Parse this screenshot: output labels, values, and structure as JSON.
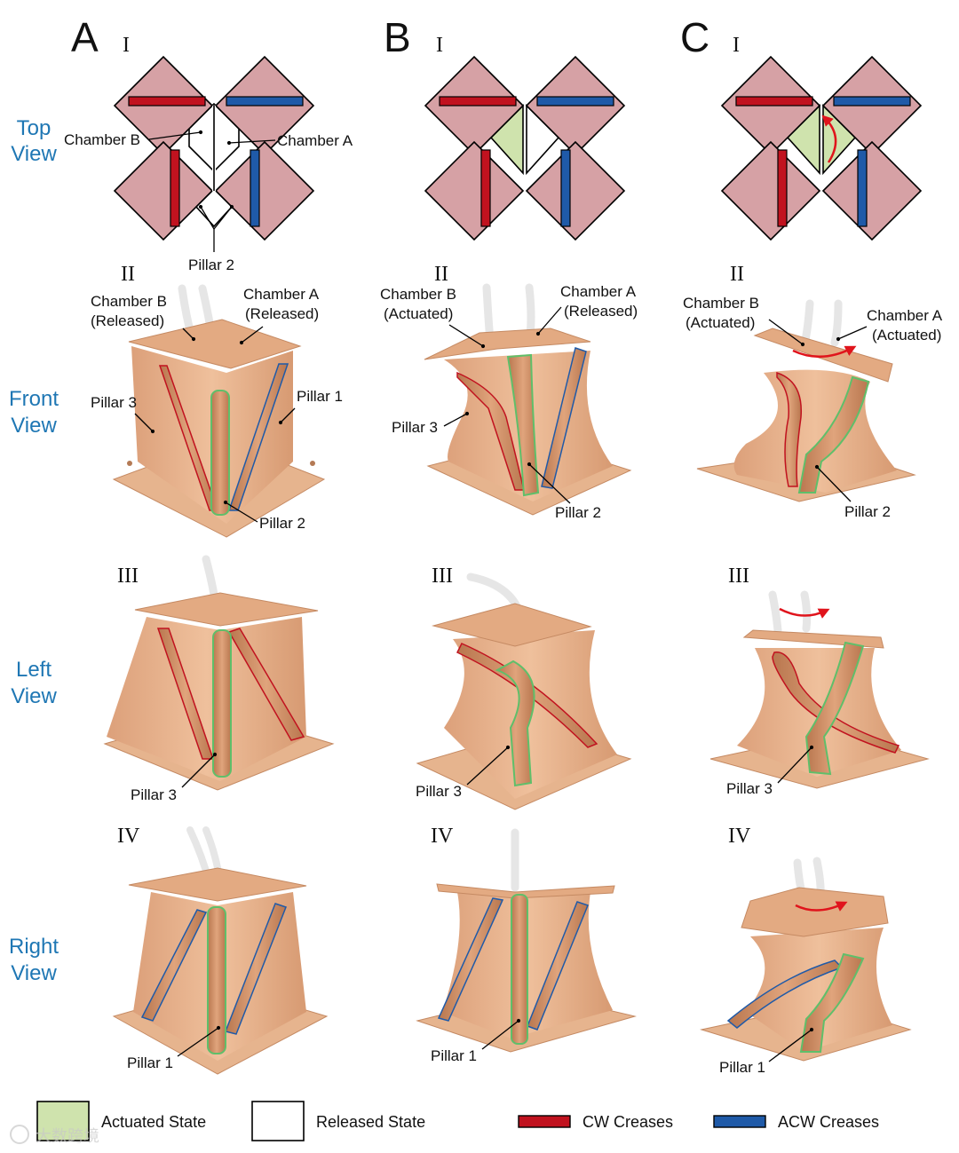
{
  "panels": [
    "A",
    "B",
    "C"
  ],
  "rows": [
    "I",
    "II",
    "III",
    "IV"
  ],
  "views": {
    "top": [
      "Top",
      "View"
    ],
    "front": [
      "Front",
      "View"
    ],
    "left": [
      "Left",
      "View"
    ],
    "right": [
      "Right",
      "View"
    ]
  },
  "top_labels": {
    "chamber_b": "Chamber B",
    "chamber_a": "Chamber A",
    "pillar2": "Pillar 2"
  },
  "front_labels": {
    "A": {
      "chamber_b": [
        "Chamber B",
        "(Released)"
      ],
      "chamber_a": [
        "Chamber A",
        "(Released)"
      ],
      "pillar3": "Pillar 3",
      "pillar1": "Pillar 1",
      "pillar2": "Pillar 2"
    },
    "B": {
      "chamber_b": [
        "Chamber B",
        "(Actuated)"
      ],
      "chamber_a": [
        "Chamber A",
        "(Released)"
      ],
      "pillar3": "Pillar 3",
      "pillar2": "Pillar 2"
    },
    "C": {
      "chamber_b": [
        "Chamber B",
        "(Actuated)"
      ],
      "chamber_a": [
        "Chamber A",
        "(Actuated)"
      ],
      "pillar2": "Pillar 2"
    }
  },
  "left_label": "Pillar 3",
  "right_label": "Pillar 1",
  "legend": {
    "actuated": "Actuated State",
    "released": "Released State",
    "cw": "CW Creases",
    "acw": "ACW Creases"
  },
  "watermark": "大数跨境",
  "colors": {
    "flap": "#d6a1a5",
    "actuated": "#cfe3ad",
    "cw": "#c1121f",
    "acw": "#1f5aa8",
    "pillar_outline": "#5fbf6a",
    "body": "#e7b48e",
    "view_text": "#1f77b4"
  }
}
